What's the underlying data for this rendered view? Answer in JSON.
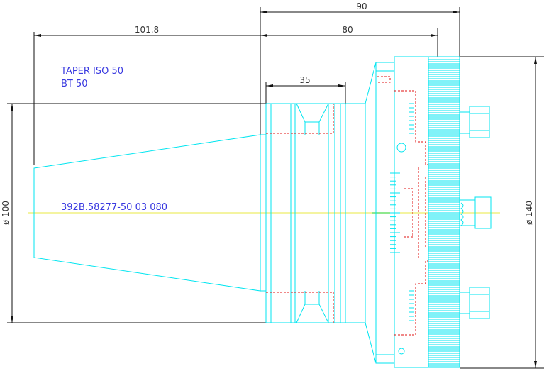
{
  "notes": {
    "taper": "TAPER ISO 50",
    "bt": "BT 50",
    "part_number": "392B.58277-50 03 080"
  },
  "dimensions": {
    "overall_top": "90",
    "length_80": "80",
    "taper_length": "101.8",
    "flange_35": "35",
    "diameter_left": "ø 100",
    "diameter_right": "ø 140"
  },
  "colors": {
    "outline": "#00e5f0",
    "hidden": "#e01010",
    "centerline": "#e8e840",
    "dimension": "#111111",
    "annotation": "#3a3ae0"
  }
}
